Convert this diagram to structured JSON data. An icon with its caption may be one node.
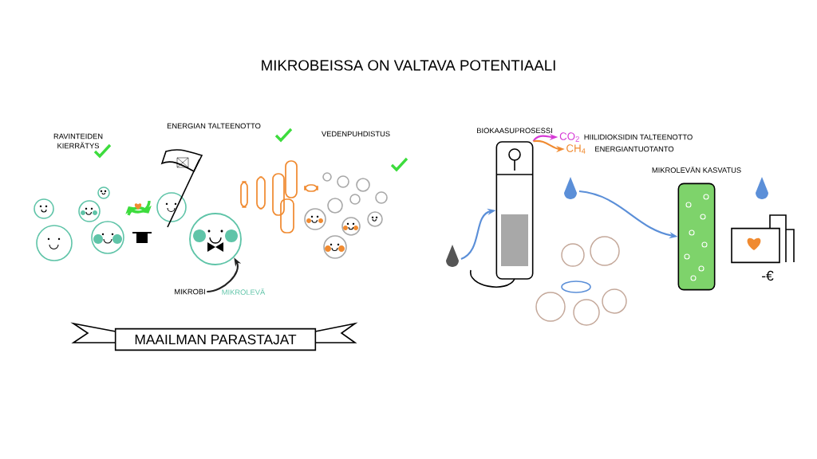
{
  "diagram": {
    "title": "MIKROBEISSA ON VALTAVA POTENTIAALI",
    "nodes": [
      {
        "text": [
          "MIKROBI"
        ]
      },
      {
        "text": [],
        "shape": "picture"
      },
      {
        "text": [
          "MAAILMAN PARASTAJAT"
        ]
      },
      {
        "text": [],
        "shape": "drop"
      },
      {
        "text": [
          "BIOKAASUPROSESSI"
        ]
      },
      {
        "text": [
          "CO$_{2}$"
        ],
        "beside": [
          "HIILIDIOKSIDIN TALTEENOTTO"
        ]
      },
      {
        "text": [
          "CH$_{4}$"
        ],
        "beside": [
          "ENERGIANTUOTANTO"
        ]
      },
      {
        "text": [],
        "shape": "drop"
      },
      {
        "text": [
          "MIKROLEVÄN KASVATUS"
        ]
      },
      {
        "text": [],
        "shape": "drop"
      },
      {
        "text": [],
        "shape": "building"
      }
    ],
    "edges": [
      {
        "from": 0,
        "to": 1,
        "arrow": "to",
        "color": "#222222"
      },
      {
        "from": 3,
        "to": 4,
        "arrow": "to",
        "color": "#5b8fd8"
      },
      {
        "from": 4,
        "to": 5,
        "arrow": "to",
        "color": "#d63bd6"
      },
      {
        "from": 4,
        "to": 6,
        "arrow": "to",
        "color": "#f08a30"
      },
      {
        "from": 7,
        "to": 8,
        "arrow": "to",
        "color": "#5b8fd8"
      }
    ],
    "labels": [
      "RAVINTEIDEN KIERRÄTYS",
      "ENERGIAN TALTEENOTTO",
      "VEDENPUHDISTUS",
      "MIKROLEVÄ",
      "-€"
    ]
  }
}
